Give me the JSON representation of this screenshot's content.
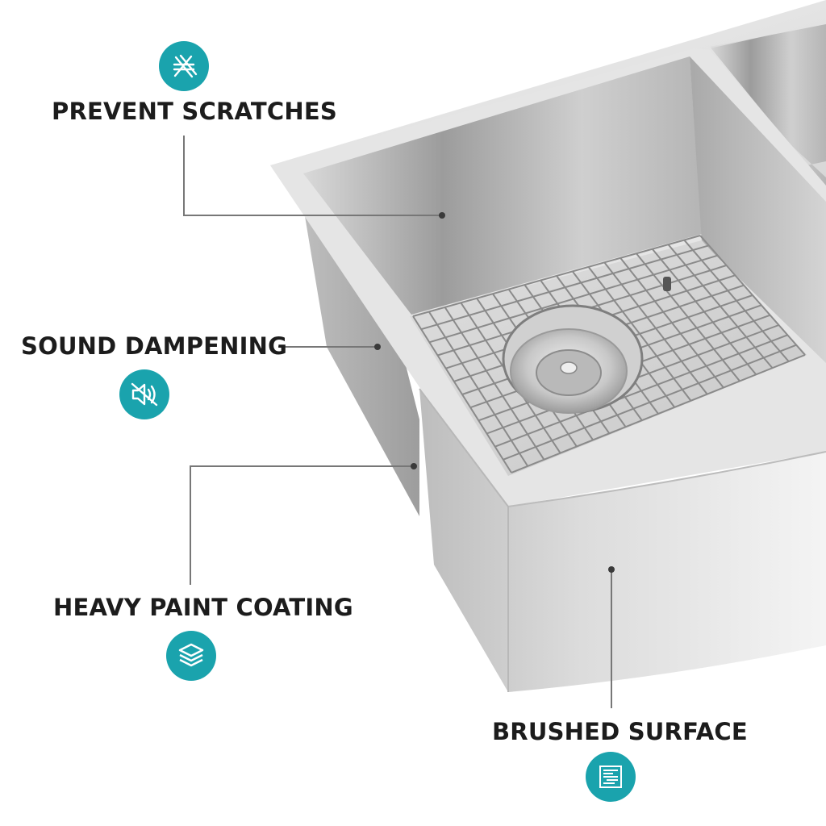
{
  "features": [
    {
      "id": "scratches",
      "label": "PREVENT SCRATCHES",
      "icon": "no-scratch-icon"
    },
    {
      "id": "sound",
      "label": "SOUND DAMPENING",
      "icon": "sound-mute-icon"
    },
    {
      "id": "coating",
      "label": "HEAVY PAINT COATING",
      "icon": "layers-icon"
    },
    {
      "id": "surface",
      "label": "BRUSHED SURFACE",
      "icon": "brushed-lines-icon"
    }
  ],
  "colors": {
    "accent": "#1aa3ad",
    "label_text": "#1c1c1c",
    "leader_line": "#777777",
    "steel_light": "#e8e8e8",
    "steel_mid": "#c4c4c4",
    "steel_dark": "#a2a2a2"
  }
}
